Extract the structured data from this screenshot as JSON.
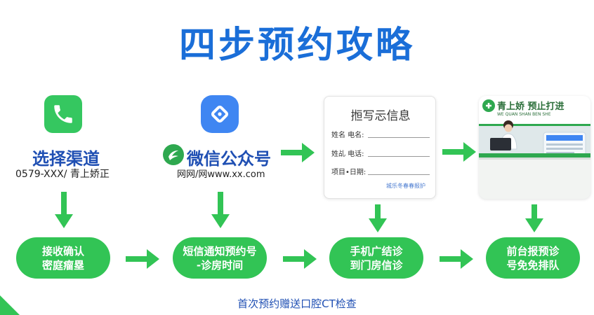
{
  "title": "四步预约攻略",
  "step1": {
    "name": "选择渠道",
    "detail": "0579-XXX/  青上娇正",
    "icon": "phone-icon"
  },
  "step2": {
    "name": "微信公众号",
    "detail": "网网/网www.xx.com",
    "icon": "diamond-icon"
  },
  "form": {
    "title": "搄写忈信息",
    "rows": [
      {
        "label": "姓名  电名:"
      },
      {
        "label": "姓乩  电话:"
      },
      {
        "label": "项目•日期:"
      }
    ],
    "footer": "城乐冬春春报护"
  },
  "photo": {
    "sign": "青上娇 预止打进",
    "subsign": "WE QUAN  SHAN  BEN SHE"
  },
  "pills": [
    {
      "line1": "接收确认",
      "line2": "密庭瘤塁"
    },
    {
      "line1": "短信通知预约号",
      "line2": "-诊房时间"
    },
    {
      "line1": "手机广结诊",
      "line2": "到门房信诊"
    },
    {
      "line1": "前台报预诊",
      "line2": "号免免排队"
    }
  ],
  "footer": "首次预约赠送口腔CT检查",
  "colors": {
    "green": "#32c455",
    "blue": "#1a6ed8",
    "dark_blue": "#1f4fb3",
    "icon_blue": "#3f86f2"
  }
}
